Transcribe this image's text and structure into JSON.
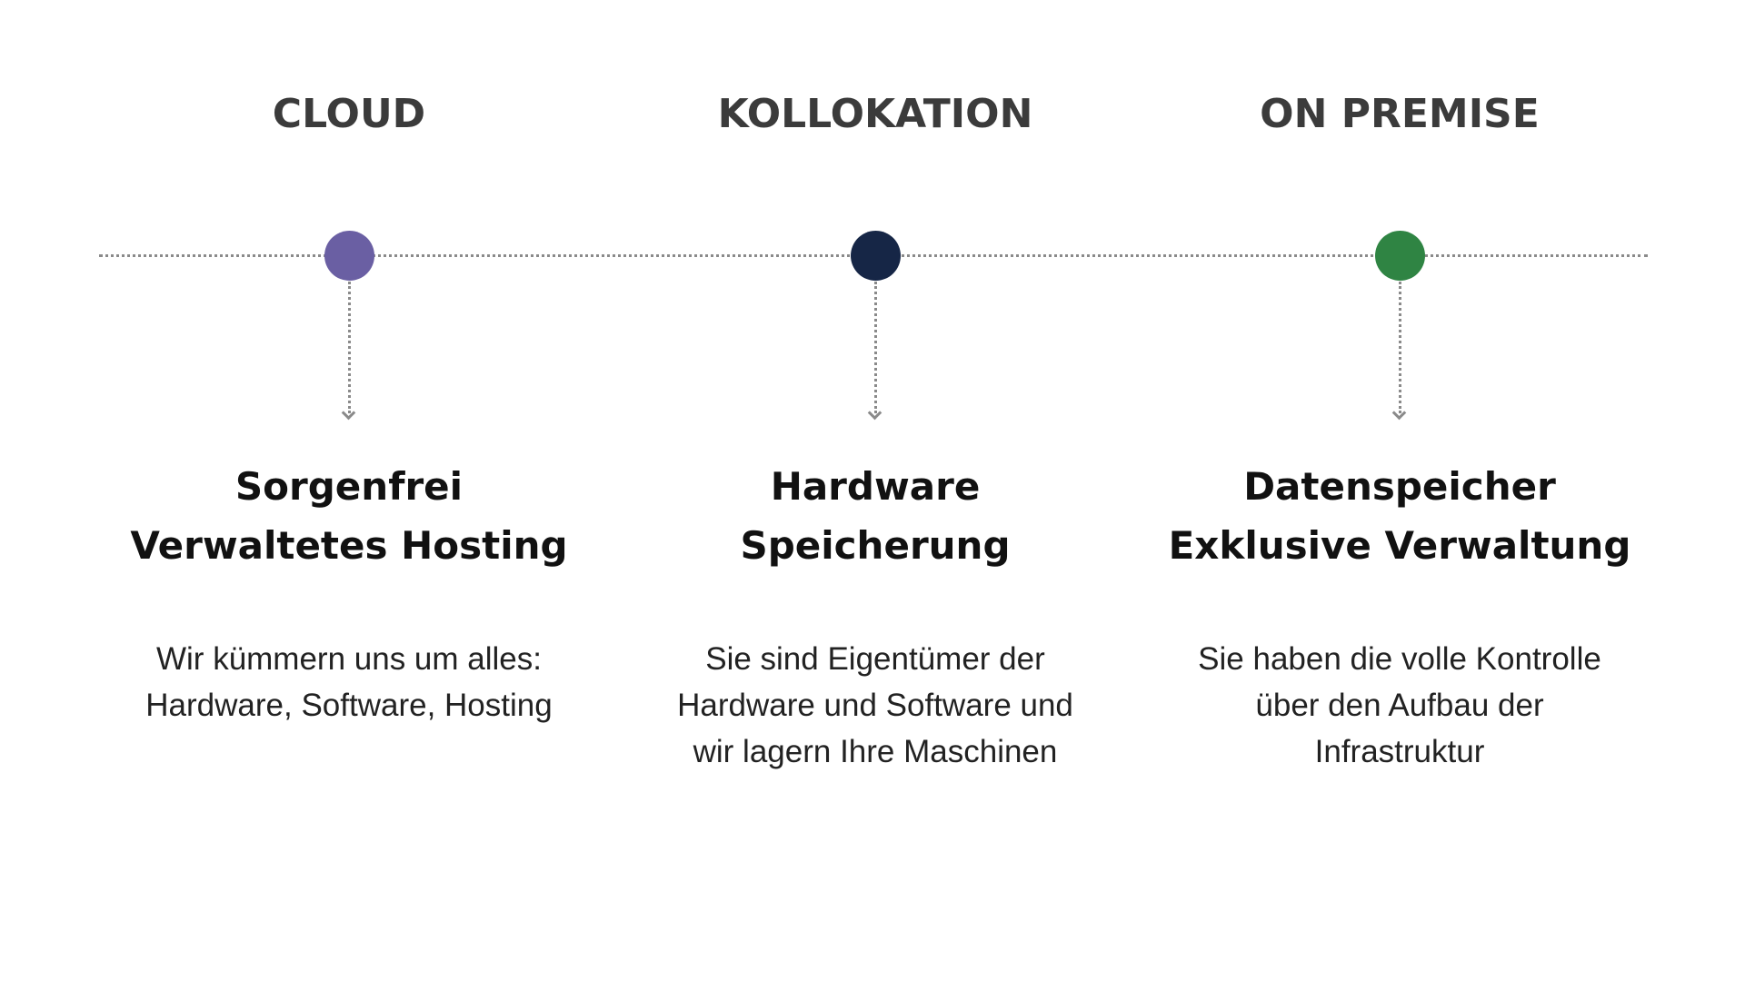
{
  "columns": [
    {
      "title": "CLOUD",
      "color": "#6a5fa3",
      "heading": [
        "Sorgenfrei",
        "Verwaltetes Hosting"
      ],
      "description": [
        "Wir kümmern uns um alles:",
        "Hardware, Software, Hosting"
      ]
    },
    {
      "title": "KOLLOKATION",
      "color": "#162646",
      "heading": [
        "Hardware",
        "Speicherung"
      ],
      "description": [
        "Sie sind Eigentümer der",
        "Hardware und Software und",
        "wir lagern Ihre Maschinen"
      ]
    },
    {
      "title": "ON PREMISE",
      "color": "#2f8443",
      "heading": [
        "Datenspeicher",
        "Exklusive Verwaltung"
      ],
      "description": [
        "Sie haben die volle Kontrolle",
        "über den Aufbau der",
        "Infrastruktur"
      ]
    }
  ]
}
